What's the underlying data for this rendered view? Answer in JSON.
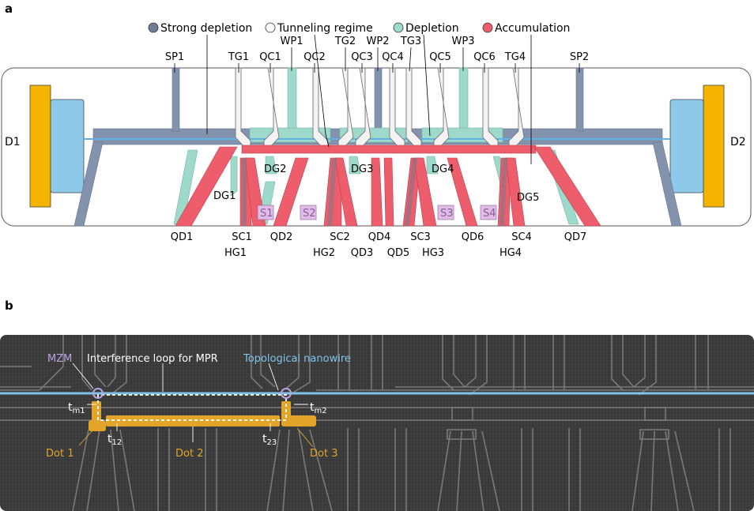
{
  "panels": {
    "a": "a",
    "b": "b"
  },
  "colors": {
    "strong_depletion": "#8393ae",
    "tunneling": "#eeeeee",
    "depletion": "#9ed9cc",
    "accumulation": "#ee5d6c",
    "contact_blue": "#8ec9ea",
    "contact_gold": "#f5b400",
    "nanowire": "#7fc3ea",
    "dot": "#e2a52a",
    "mzm": "#b9a4e0",
    "loop": "#ffffff",
    "sem_bg": "#3a3a3a"
  },
  "legend": [
    {
      "label": "Strong depletion",
      "color": "#6e7c97"
    },
    {
      "label": "Tunneling regime",
      "color": "#ffffff"
    },
    {
      "label": "Depletion",
      "color": "#9ed9cc"
    },
    {
      "label": "Accumulation",
      "color": "#ee5d6c"
    }
  ],
  "diagram_a": {
    "drains": {
      "left": "D1",
      "right": "D2"
    },
    "top_labels": {
      "SP1": "SP1",
      "TG1": "TG1",
      "QC1": "QC1",
      "WP1": "WP1",
      "QC2": "QC2",
      "TG2": "TG2",
      "QC3": "QC3",
      "WP2": "WP2",
      "QC4": "QC4",
      "TG3": "TG3",
      "QC5": "QC5",
      "WP3": "WP3",
      "QC6": "QC6",
      "TG4": "TG4",
      "SP2": "SP2"
    },
    "mid_labels": {
      "DG1": "DG1",
      "DG2": "DG2",
      "DG3": "DG3",
      "DG4": "DG4",
      "DG5": "DG5"
    },
    "sensors": [
      "S1",
      "S2",
      "S3",
      "S4"
    ],
    "bottom_labels": {
      "QD1": "QD1",
      "SC1": "SC1",
      "HG1": "HG1",
      "QD2": "QD2",
      "HG2": "HG2",
      "SC2": "SC2",
      "QD3": "QD3",
      "QD4": "QD4",
      "QD5": "QD5",
      "SC3": "SC3",
      "HG3": "HG3",
      "QD6": "QD6",
      "SC4": "SC4",
      "HG4": "HG4",
      "QD7": "QD7"
    }
  },
  "sem_b": {
    "mzm": "MZM",
    "loop_label": "Interference loop for MPR",
    "nanowire_label": "Topological nanowire",
    "tm1_main": "t",
    "tm1_sub": "m1",
    "tm2_main": "t",
    "tm2_sub": "m2",
    "t12_main": "t",
    "t12_sub": "12",
    "t23_main": "t",
    "t23_sub": "23",
    "dot1": "Dot 1",
    "dot2": "Dot 2",
    "dot3": "Dot 3"
  }
}
